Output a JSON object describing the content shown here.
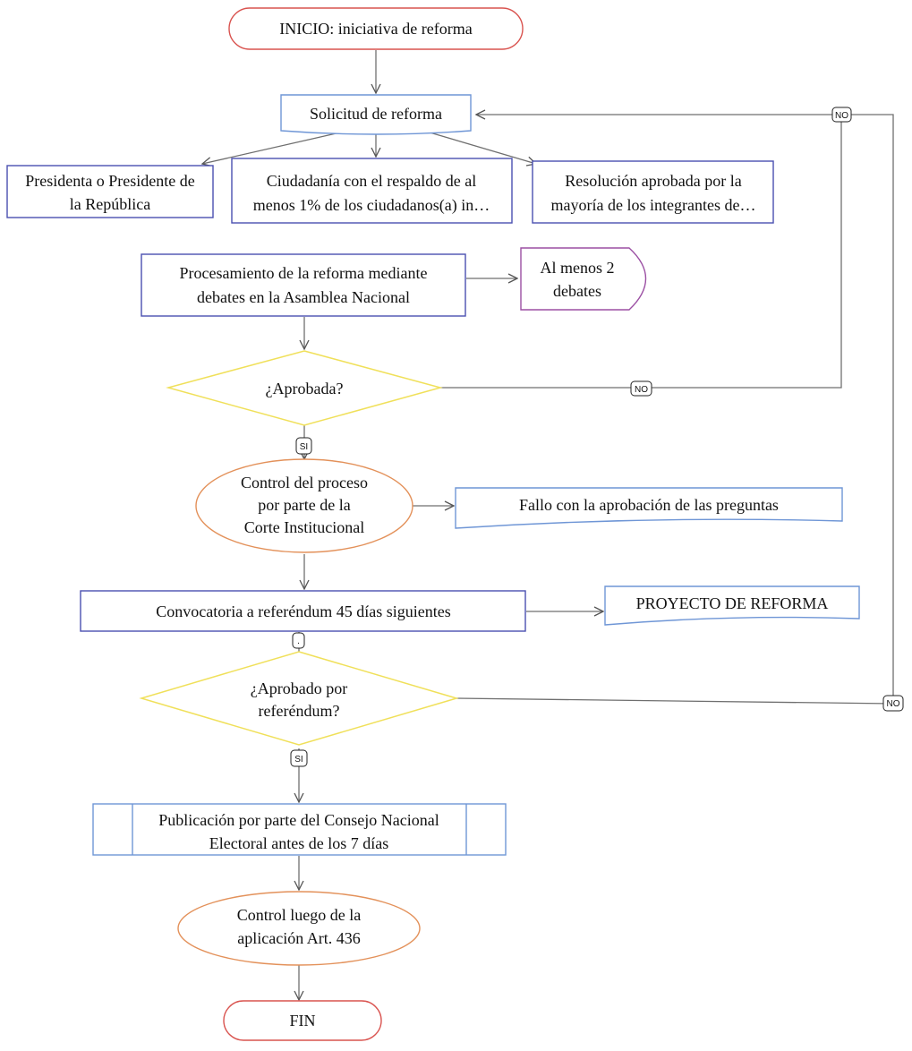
{
  "nodes": {
    "inicio": "INICIO: iniciativa de reforma",
    "solicitud": "Solicitud de reforma",
    "presidente": [
      "Presidenta o Presidente de",
      "la República"
    ],
    "ciudadania": [
      "Ciudadanía con el respaldo de al",
      "menos 1% de los ciudadanos(a) in…"
    ],
    "resolucion": [
      "Resolución aprobada por la",
      "mayoría de los integrantes de…"
    ],
    "procesamiento": [
      "Procesamiento de la reforma mediante",
      "debates en la Asamblea Nacional"
    ],
    "al_menos": [
      "Al menos 2",
      "debates"
    ],
    "aprobada": "¿Aprobada?",
    "control_corte": [
      "Control del proceso",
      "por parte de la",
      "Corte Institucional"
    ],
    "fallo": "Fallo con la aprobación de las preguntas",
    "convocatoria": "Convocatoria a referéndum 45 días siguientes",
    "proyecto": "PROYECTO DE REFORMA",
    "aprobado_ref": [
      "¿Aprobado por",
      "referéndum?"
    ],
    "publicacion": [
      "Publicación por parte del Consejo Nacional",
      "Electoral antes de los 7 días"
    ],
    "control_luego": [
      "Control luego de la",
      "aplicación Art. 436"
    ],
    "fin": "FIN"
  },
  "badges": {
    "no_top": "NO",
    "no_mid": "NO",
    "si_1": "SI",
    "dot": ".",
    "no_bottom": "NO",
    "si_2": "SI"
  },
  "colors": {
    "terminal_red": "#d9534f",
    "process_blue": "#4a4fb0",
    "doc_blue": "#6f96d6",
    "decision_yellow": "#f0e05a",
    "ellipse_orange": "#e3915a",
    "delay_purple": "#9b4fa3",
    "line_gray": "#6f6f6f"
  }
}
